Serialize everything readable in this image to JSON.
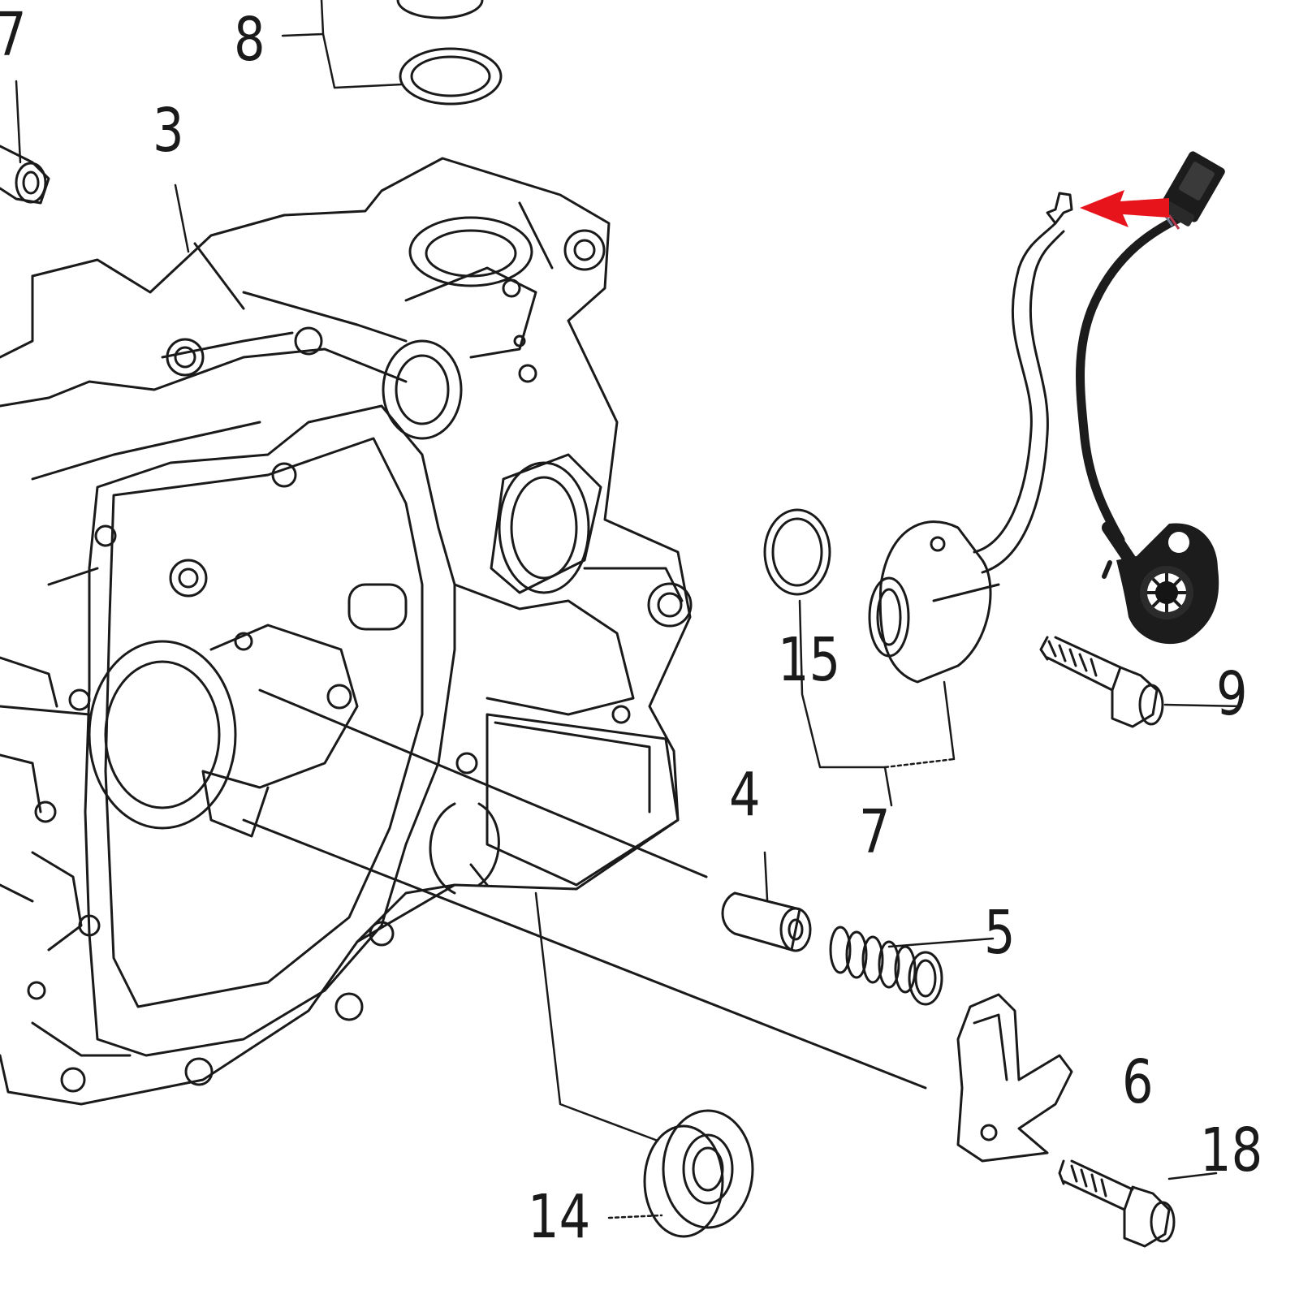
{
  "callouts": {
    "c7a": "7",
    "c8": "8",
    "c3": "3",
    "c15": "15",
    "c9": "9",
    "c7b": "7",
    "c4": "4",
    "c5": "5",
    "c6": "6",
    "c18": "18",
    "c14": "14"
  },
  "colors": {
    "line": "#1a1a1a",
    "arrow": "#e8141c",
    "sensor_body": "#1c1c1c",
    "background": "#ffffff"
  }
}
